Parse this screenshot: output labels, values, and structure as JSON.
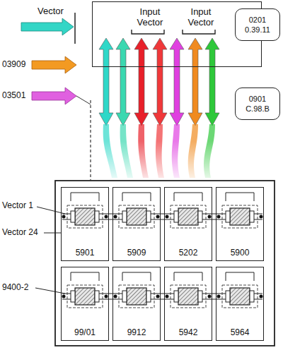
{
  "diagram": {
    "nodes": [
      {
        "text": [
          "Input Vector",
          "Input Vector"
        ]
      },
      {
        "text": [
          "0201 0.39.11"
        ]
      },
      {
        "text": [
          "0901 C.98.B"
        ]
      },
      {
        "text": [
          "5901"
        ]
      },
      {
        "text": [
          "5909"
        ]
      },
      {
        "text": [
          "5202"
        ]
      },
      {
        "text": [
          "5900"
        ]
      },
      {
        "text": [
          "99/01"
        ]
      },
      {
        "text": [
          "9912"
        ]
      },
      {
        "text": [
          "5942"
        ]
      },
      {
        "text": [
          "5964"
        ]
      }
    ],
    "labels": [
      "Vector",
      "03909",
      "03501",
      "Vector 1",
      "Vector 24",
      "9400-2"
    ]
  }
}
